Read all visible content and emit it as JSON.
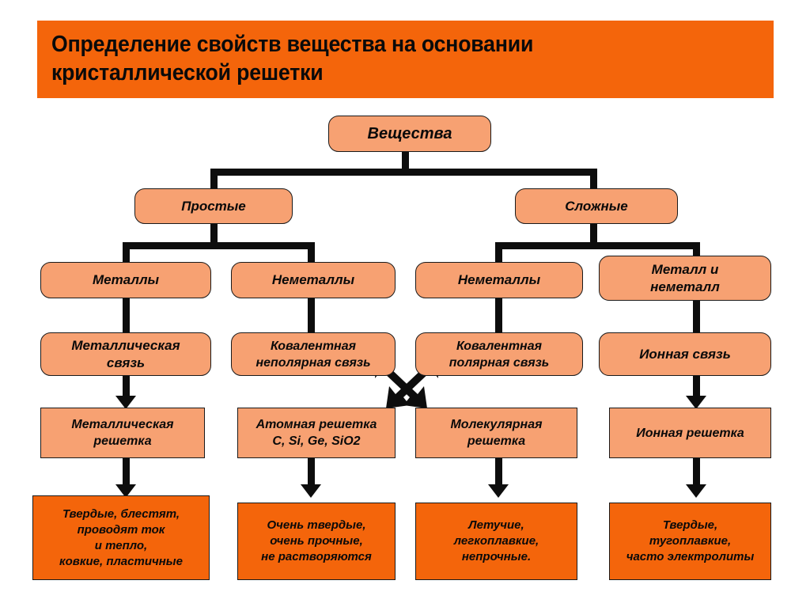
{
  "page": {
    "title_line1": "Определение свойств вещества на основании",
    "title_line2": "кристаллической решетки",
    "title_full": "Определение свойств вещества на основании\nкристаллической решетки",
    "background_color": "#FFFFFF",
    "banner_color": "#F4650B",
    "node_color": "#F7A172",
    "leaf_color": "#F4650B",
    "border_color": "#1A1A1A",
    "connector_color": "#0D0D0D",
    "accent_red": "#E02020"
  },
  "tree": {
    "root": {
      "label": "Вещества"
    },
    "level2": [
      {
        "label": "Простые"
      },
      {
        "label": "Сложные"
      }
    ],
    "level3": [
      {
        "label": "Металлы"
      },
      {
        "label": "Неметаллы"
      },
      {
        "label": "Неметаллы"
      },
      {
        "label": "Металл и\nнеметалл"
      }
    ],
    "level4": [
      {
        "label": "Металлическая\nсвязь"
      },
      {
        "label": "Ковалентная\nнеполярная связь"
      },
      {
        "label": "Ковалентная\nполярная связь"
      },
      {
        "label": "Ионная связь"
      }
    ],
    "level5": [
      {
        "label": "Металлическая\nрешетка"
      },
      {
        "label": "Атомная решетка\nC, Si, Ge, SiO2"
      },
      {
        "label": "Молекулярная\nрешетка"
      },
      {
        "label": "Ионная решетка"
      }
    ],
    "level6": [
      {
        "label": "Твердые, блестят,\nпроводят ток\nи тепло,\nковкие, пластичные"
      },
      {
        "label": "Очень твердые,\nочень прочные,\nне растворяются"
      },
      {
        "label": "Летучие,\nлегкоплавкие,\nнепрочные."
      },
      {
        "label": "Твердые,\nтугоплавкие,\nчасто электролиты"
      }
    ]
  }
}
